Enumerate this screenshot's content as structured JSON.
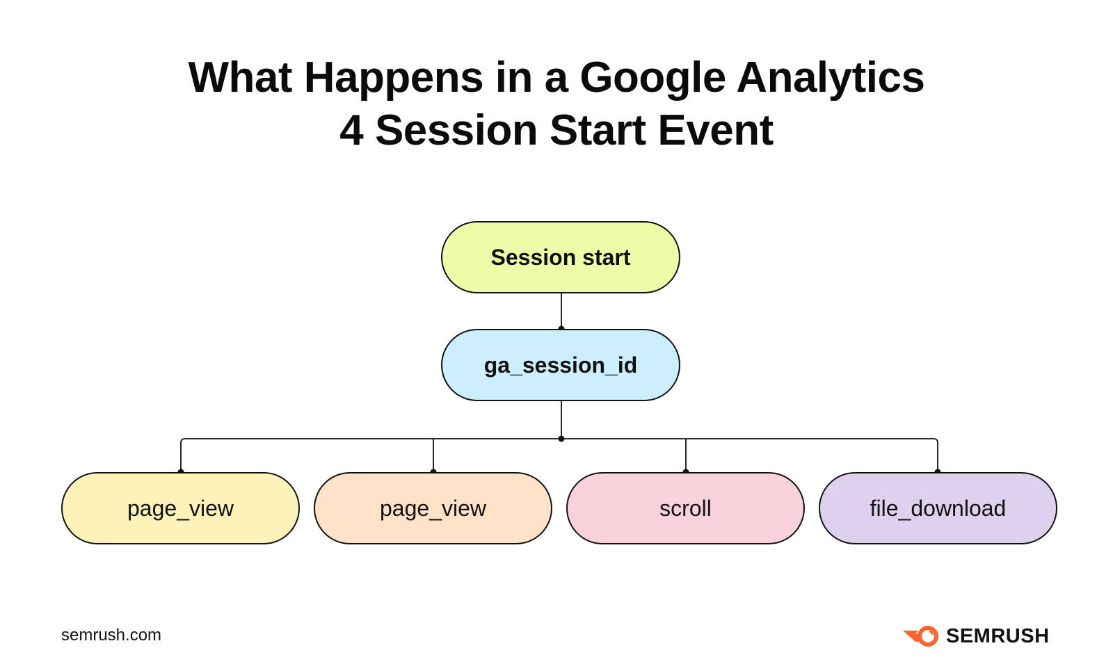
{
  "title": {
    "line1": "What Happens in a Google Analytics",
    "line2": "4 Session Start Event"
  },
  "nodes": {
    "root": {
      "label": "Session start",
      "color": "#eefca8"
    },
    "session_id": {
      "label": "ga_session_id",
      "color": "#cdeefc"
    },
    "children": [
      {
        "label": "page_view",
        "color": "#fdf3b8"
      },
      {
        "label": "page_view",
        "color": "#fde2c8"
      },
      {
        "label": "scroll",
        "color": "#f9d1da"
      },
      {
        "label": "file_download",
        "color": "#ddd1ee"
      }
    ]
  },
  "footer": {
    "site": "semrush.com",
    "brand": "SEMRUSH",
    "brand_color": "#ff642d"
  }
}
